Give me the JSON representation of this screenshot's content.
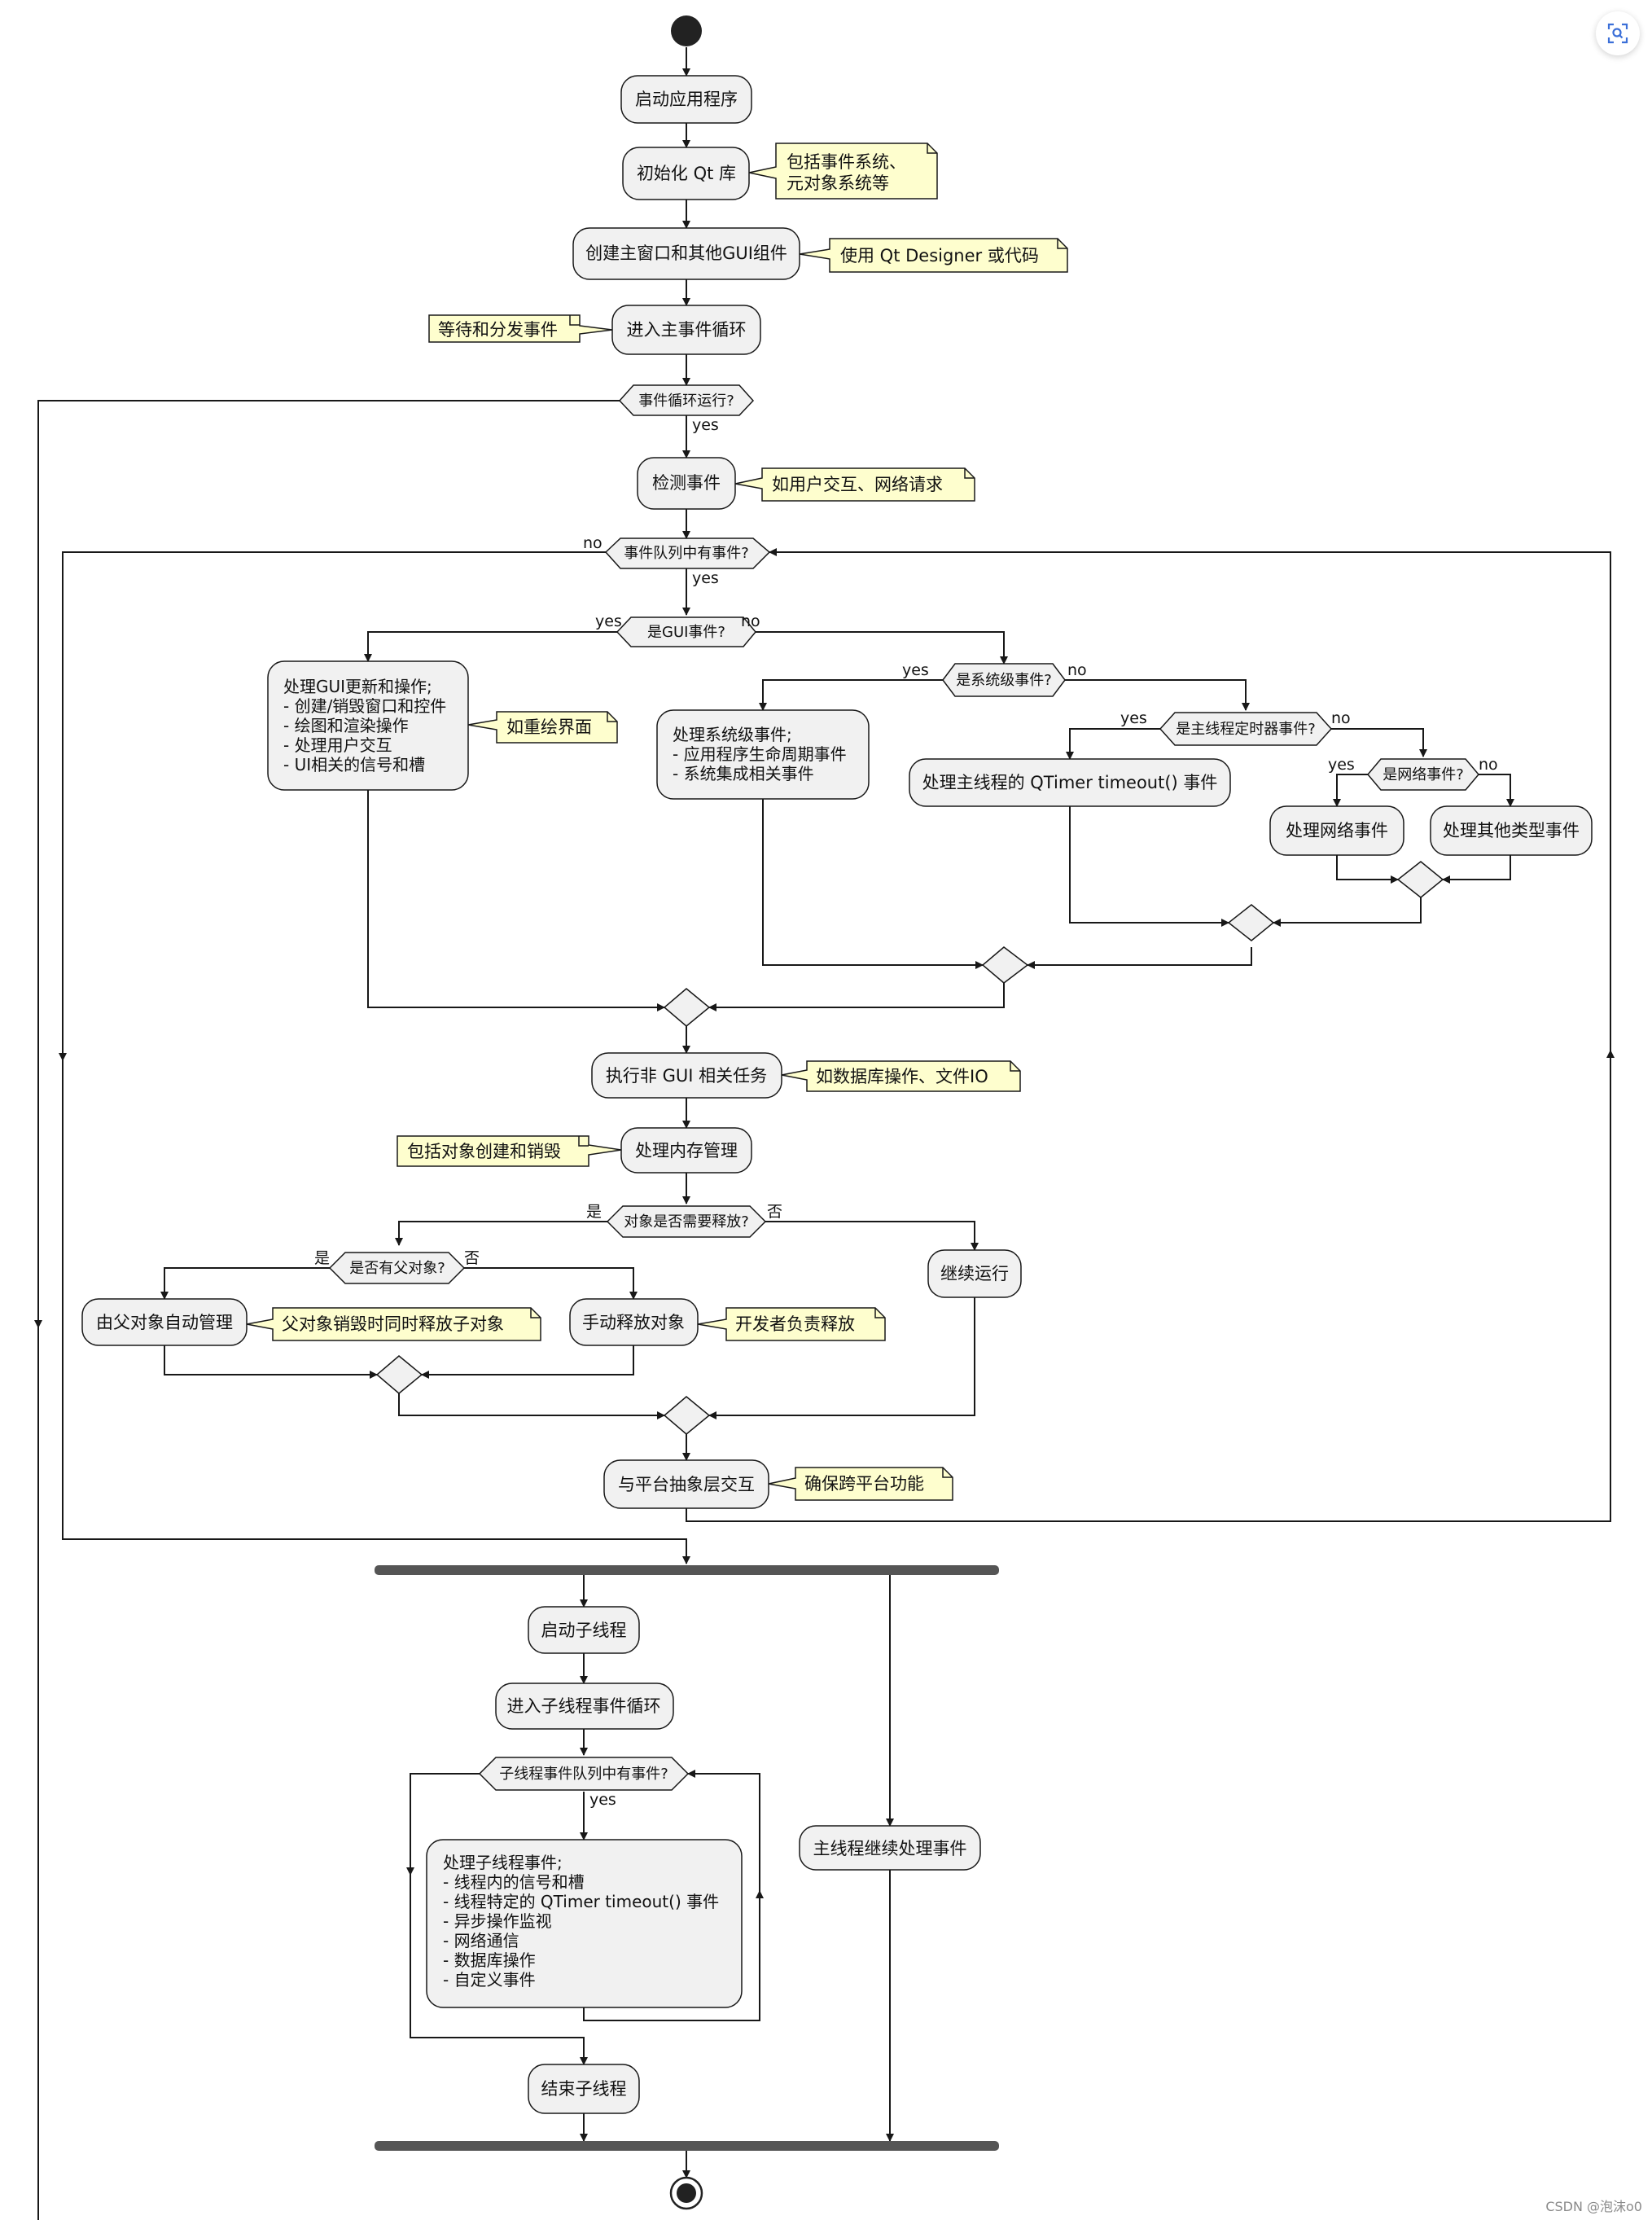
{
  "diagram": {
    "actions": {
      "start_app": "启动应用程序",
      "init_qt": "初始化 Qt 库",
      "create_windows": "创建主窗口和其他GUI组件",
      "enter_loop": "进入主事件循环",
      "detect_events": "检测事件",
      "gui_handling": [
        "处理GUI更新和操作;",
        "- 创建/销毁窗口和控件",
        "- 绘图和渲染操作",
        "- 处理用户交互",
        "- UI相关的信号和槽"
      ],
      "system_handling": [
        "处理系统级事件;",
        "- 应用程序生命周期事件",
        "- 系统集成相关事件"
      ],
      "timer_handling": "处理主线程的 QTimer timeout() 事件",
      "network_handling": "处理网络事件",
      "other_handling": "处理其他类型事件",
      "non_gui_tasks": "执行非 GUI 相关任务",
      "memory_mgmt": "处理内存管理",
      "continue_run": "继续运行",
      "parent_managed": "由父对象自动管理",
      "manual_release": "手动释放对象",
      "platform_interact": "与平台抽象层交互",
      "start_child_thread": "启动子线程",
      "enter_child_loop": "进入子线程事件循环",
      "child_handling": [
        "处理子线程事件;",
        "- 线程内的信号和槽",
        "- 线程特定的 QTimer timeout() 事件",
        "- 异步操作监视",
        "- 网络通信",
        "- 数据库操作",
        "- 自定义事件"
      ],
      "end_child_thread": "结束子线程",
      "main_continue": "主线程继续处理事件"
    },
    "decisions": {
      "loop_running": "事件循环运行?",
      "queue_has_events": "事件队列中有事件?",
      "is_gui": "是GUI事件?",
      "is_system": "是系统级事件?",
      "is_timer": "是主线程定时器事件?",
      "is_network": "是网络事件?",
      "needs_release": "对象是否需要释放?",
      "has_parent": "是否有父对象?",
      "child_queue": "子线程事件队列中有事件?"
    },
    "notes": {
      "init_qt": [
        "包括事件系统、",
        "元对象系统等"
      ],
      "create_windows": "使用 Qt Designer 或代码",
      "enter_loop": "等待和分发事件",
      "detect_events": "如用户交互、网络请求",
      "gui_handling": "如重绘界面",
      "non_gui_tasks": "如数据库操作、文件IO",
      "memory_mgmt": "包括对象创建和销毁",
      "parent_managed": "父对象销毁时同时释放子对象",
      "manual_release": "开发者负责释放",
      "platform_interact": "确保跨平台功能"
    },
    "branch_labels": {
      "yes": "yes",
      "no": "no",
      "shi": "是",
      "fou": "否"
    },
    "colors": {
      "box_fill": "#f1f1f1",
      "box_stroke": "#181818",
      "note_fill": "#fefece",
      "bar": "#555555"
    }
  },
  "ui": {
    "scan_icon": "scan-icon",
    "watermark": "CSDN @泡沫o0"
  }
}
